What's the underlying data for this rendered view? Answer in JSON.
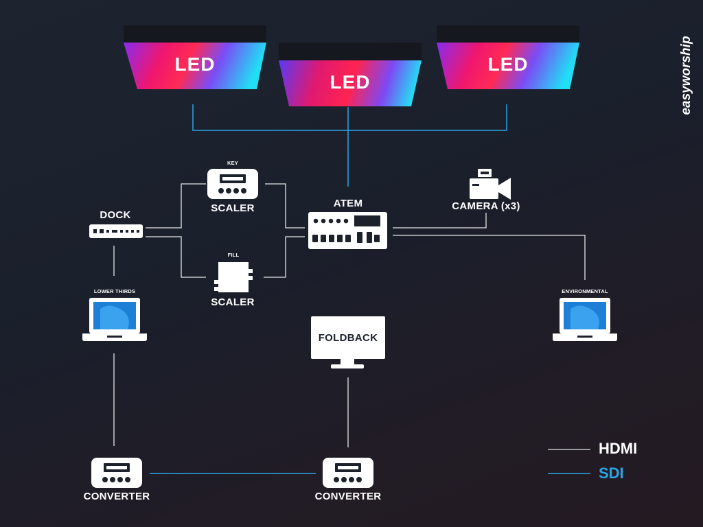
{
  "brand": "easyworship",
  "led_screens": [
    {
      "label": "LED"
    },
    {
      "label": "LED"
    },
    {
      "label": "LED"
    }
  ],
  "devices": {
    "key_scaler": {
      "top_label": "KEY",
      "label": "SCALER"
    },
    "fill_scaler": {
      "top_label": "FILL",
      "label": "SCALER"
    },
    "dock": {
      "label": "DOCK"
    },
    "atem": {
      "label": "ATEM"
    },
    "camera": {
      "label": "CAMERA (x3)"
    },
    "lower_thirds": {
      "label": "LOWER THIRDS"
    },
    "environmental": {
      "label": "ENVIRONMENTAL"
    },
    "foldback": {
      "label": "FOLDBACK"
    },
    "converter_left": {
      "label": "CONVERTER"
    },
    "converter_right": {
      "label": "CONVERTER"
    }
  },
  "legend": [
    {
      "label": "HDMI",
      "color": "#ffffff"
    },
    {
      "label": "SDI",
      "color": "#2aa6e6"
    }
  ],
  "colors": {
    "hdmi": "#e6e6e6",
    "sdi": "#2aa6e6",
    "led_gradient": [
      "#7b2ff7",
      "#f0166e",
      "#ff1d4d",
      "#2bd7f5"
    ],
    "laptop_screen": "#1e7fd6"
  }
}
